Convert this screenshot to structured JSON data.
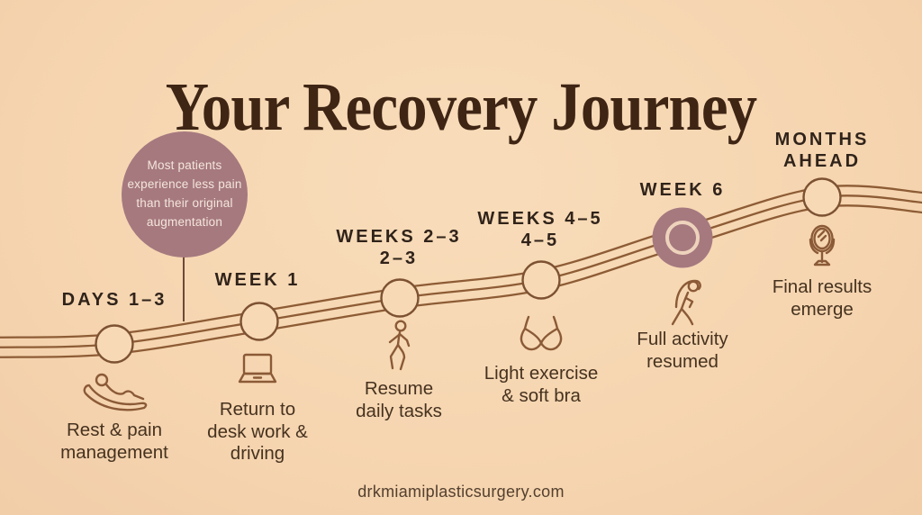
{
  "title": "Your Recovery Journey",
  "callout": {
    "lines": [
      "Most patients",
      "experience less pain",
      "than their original",
      "augmentation"
    ]
  },
  "milestones": [
    {
      "label": "DAYS 1–3",
      "description": "Rest & pain management",
      "icon": "reclining-person",
      "node": "outlined"
    },
    {
      "label": "WEEK 1",
      "description": "Return to desk work & driving",
      "icon": "laptop",
      "node": "outlined"
    },
    {
      "label": "WEEKS 2–3",
      "sub": "2–3",
      "description": "Resume daily tasks",
      "icon": "walking-person",
      "node": "outlined"
    },
    {
      "label": "WEEKS 4–5",
      "sub": "4–5",
      "description": "Light exercise & soft bra",
      "icon": "bra",
      "node": "outlined"
    },
    {
      "label": "WEEK 6",
      "description": "Full activity resumed",
      "icon": "stretching-person",
      "node": "highlighted"
    },
    {
      "label": "MONTHS AHEAD",
      "description": "Final results emerge",
      "icon": "mirror",
      "node": "outlined"
    }
  ],
  "footer": {
    "website": "drkmiamiplasticsurgery.com"
  },
  "colors": {
    "background": "#f6d6b1",
    "road": "#8d5c35",
    "accent_mauve": "#a6797f",
    "title_text": "#3e2514",
    "label_text": "#30231a",
    "body_text": "#46321f",
    "icon_stroke": "#8b5a36",
    "ring": "#eed3bc"
  }
}
